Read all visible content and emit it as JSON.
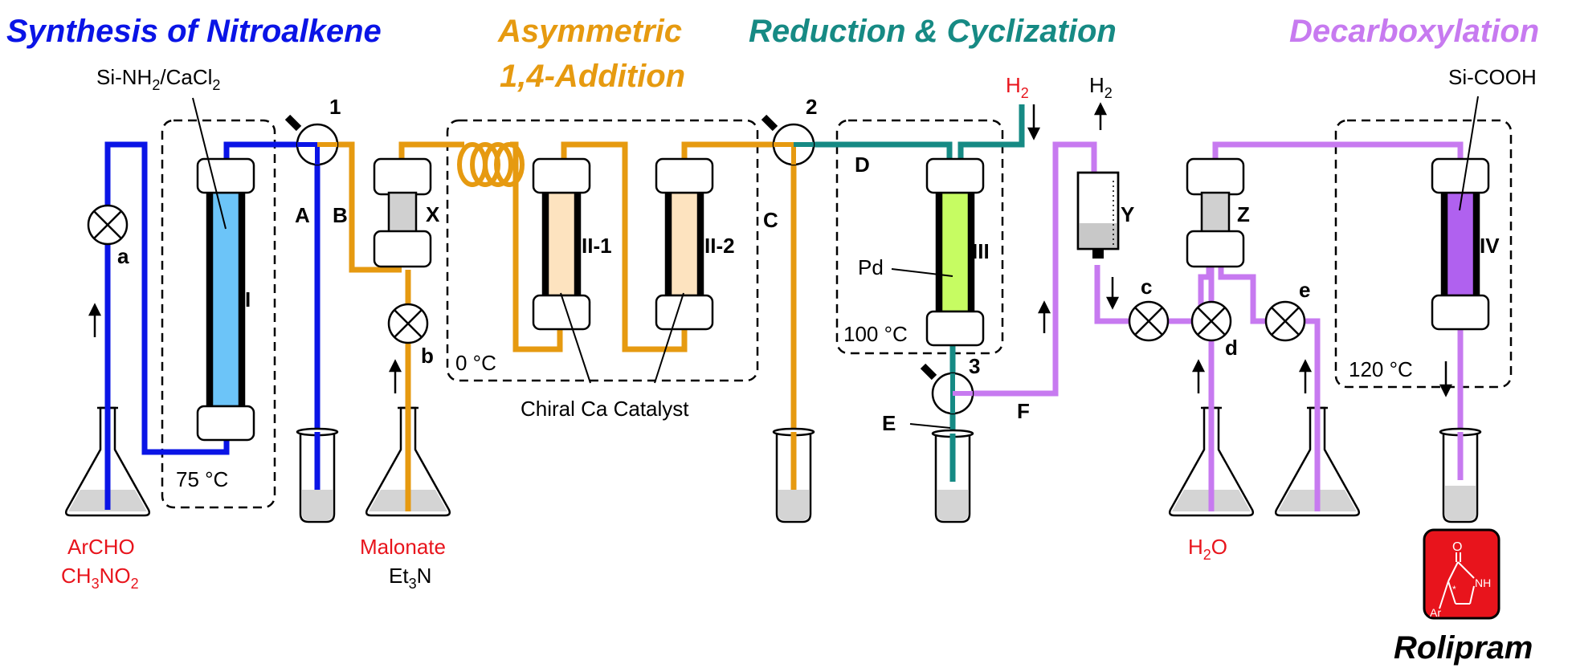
{
  "titles": {
    "synthesis": "Synthesis of Nitroalkene",
    "asym_line1": "Asymmetric",
    "asym_line2": "1,4-Addition",
    "reduction": "Reduction & Cyclization",
    "decarbox": "Decarboxylation"
  },
  "colors": {
    "blue": "#0a14e6",
    "orange": "#e69a10",
    "teal": "#168a84",
    "purple": "#c77af0",
    "red": "#e8141c",
    "col_I": "#6cc4f8",
    "col_II": "#fde3bf",
    "col_III": "#c6fc62",
    "col_IV": "#b061ef"
  },
  "reagents": {
    "si_nh2": "Si-NH",
    "si_nh2_sub": "2",
    "cacl": "/CaCl",
    "cacl_sub": "2",
    "si_cooh": "Si-COOH",
    "h2_a": "H",
    "h2_a_sub": "2",
    "h2_b": "H",
    "h2_b_sub": "2",
    "pd": "Pd",
    "chiral": "Chiral Ca Catalyst",
    "archo": "ArCHO",
    "ch3no2_a": "CH",
    "ch3no2_sub1": "3",
    "ch3no2_b": "NO",
    "ch3no2_sub2": "2",
    "malonate": "Malonate",
    "et3n_a": "Et",
    "et3n_sub": "3",
    "et3n_b": "N",
    "h2o_a": "H",
    "h2o_sub": "2",
    "h2o_b": "O",
    "product": "Rolipram"
  },
  "temps": {
    "t75": "75 °C",
    "t0": "0 °C",
    "t100": "100 °C",
    "t120": "120 °C"
  },
  "columns": {
    "I": "I",
    "II1": "II-1",
    "II2": "II-2",
    "III": "III",
    "IV": "IV",
    "X": "X",
    "Y": "Y",
    "Z": "Z"
  },
  "streams": {
    "A": "A",
    "B": "B",
    "C": "C",
    "D": "D",
    "E": "E",
    "F": "F"
  },
  "pumps": {
    "a": "a",
    "b": "b",
    "c": "c",
    "d": "d",
    "e": "e"
  },
  "valves": {
    "v1": "1",
    "v2": "2",
    "v3": "3"
  },
  "structure": {
    "o": "O",
    "nh": "NH",
    "ar": "Ar",
    "star": "*"
  }
}
